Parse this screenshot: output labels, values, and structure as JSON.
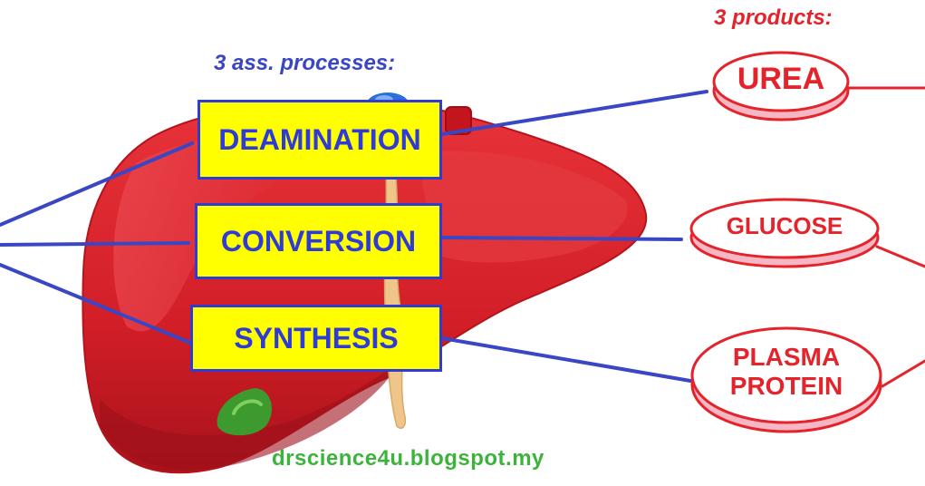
{
  "headings": {
    "processes": "3 ass. processes:",
    "products": "3 products:"
  },
  "processes": [
    "DEAMINATION",
    "CONVERSION",
    "SYNTHESIS"
  ],
  "products": [
    {
      "label": "UREA"
    },
    {
      "label": "GLUCOSE"
    },
    {
      "label_line1": "PLASMA",
      "label_line2": "PROTEIN"
    }
  ],
  "footer": "drscience4u.blogspot.my",
  "colors": {
    "liver": "#d8202a",
    "process_box_fill": "#ffff00",
    "process_text": "#2f3bd6",
    "connector_blue": "#3a46c4",
    "product_red": "#e4232b",
    "gallbladder": "#3c9a2e",
    "footer_green": "#3cb43c"
  }
}
